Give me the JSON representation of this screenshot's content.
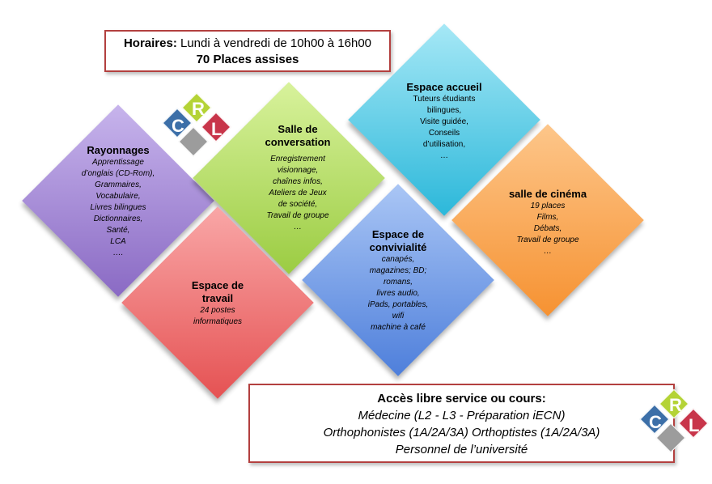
{
  "hours": {
    "label": "Horaires:",
    "text": " Lundi à vendredi de 10h00 à 16h00",
    "seats": "70 Places assises"
  },
  "access": {
    "title": "Accès libre service ou cours:",
    "lines": [
      "Médecine (L2 - L3 - Préparation iECN)",
      "Orthophonistes (1A/2A/3A) Orthoptistes (1A/2A/3A)",
      "Personnel de l’université"
    ]
  },
  "zones": {
    "rayonnages": {
      "title": "Rayonnages",
      "lines": [
        "Apprentissage",
        "d’onglais (CD-Rom),",
        "Grammaires,",
        "Vocabulaire,",
        "Livres bilingues",
        "Dictionnaires,",
        "Santé,",
        "LCA",
        "…."
      ],
      "color": "#9b7fd0"
    },
    "conversation": {
      "title": "Salle de conversation",
      "lines": [
        "Enregistrement",
        "visionnage,",
        "chaînes infos,",
        "Ateliers de Jeux",
        "de société,",
        "Travail de groupe",
        "…"
      ],
      "color": "#b0dd5e"
    },
    "accueil": {
      "title": "Espace accueil",
      "lines": [
        "Tuteurs étudiants",
        "bilingues,",
        "Visite guidée,",
        "Conseils",
        "d’utilisation,",
        "…"
      ],
      "color": "#49c8e4"
    },
    "cinema": {
      "title": "salle de cinéma",
      "lines": [
        "19 places",
        "Films,",
        "Débats,",
        "Travail de groupe",
        "…"
      ],
      "color": "#faa552"
    },
    "travail": {
      "title": "Espace de travail",
      "lines": [
        "24 postes",
        "informatiques"
      ],
      "color": "#ef6a6b"
    },
    "convivialite": {
      "title": "Espace de convivialité",
      "lines": [
        "canapés,",
        "magazines; BD;",
        "romans,",
        "livres audio,",
        "iPads, portables,",
        "wifi",
        "machine à café"
      ],
      "color": "#6c98e4"
    }
  },
  "logo": {
    "letters": [
      "C",
      "R",
      "L"
    ],
    "colors": [
      "#3c6fa8",
      "#b4d336",
      "#c8354a",
      "#9c9c9c"
    ]
  }
}
